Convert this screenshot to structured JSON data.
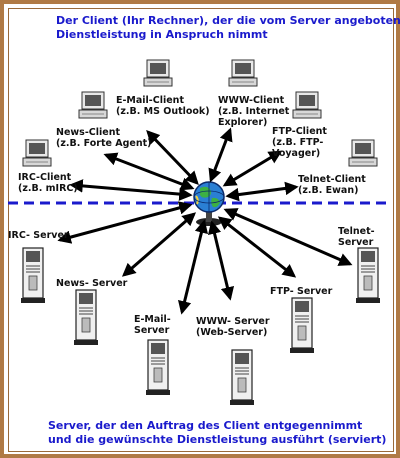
{
  "diagram": {
    "top_caption": "Der Client (Ihr Rechner), der die vom Server angebotene\nDienstleistung in Anspruch nimmt",
    "bottom_caption": "Server, der den Auftrag des Client entgegennimmt\nund die gewünschte Dienstleistung ausführt (serviert)",
    "clients": [
      {
        "id": "email",
        "label": "E-Mail-Client\n(z.B. MS Outlook)"
      },
      {
        "id": "www",
        "label": "WWW-Client\n(z.B. Internet\nExplorer)"
      },
      {
        "id": "news",
        "label": "News-Client\n(z.B. Forte Agent)"
      },
      {
        "id": "ftp",
        "label": "FTP-Client\n(z.B. FTP-\nVoyager)"
      },
      {
        "id": "irc",
        "label": "IRC-Client\n(z.B. mIRC)"
      },
      {
        "id": "telnet",
        "label": "Telnet-Client\n(z.B. Ewan)"
      }
    ],
    "servers": [
      {
        "id": "irc",
        "label": "IRC- Server"
      },
      {
        "id": "telnet",
        "label": "Telnet-\nServer"
      },
      {
        "id": "news",
        "label": "News- Server"
      },
      {
        "id": "ftp",
        "label": "FTP- Server"
      },
      {
        "id": "email",
        "label": "E-Mail-\nServer"
      },
      {
        "id": "www",
        "label": "WWW- Server\n(Web-Server)"
      }
    ],
    "colors": {
      "caption": "#1a1acc",
      "divider": "#1a1acc",
      "frame": "#b07a45",
      "arrow": "#000000"
    }
  }
}
